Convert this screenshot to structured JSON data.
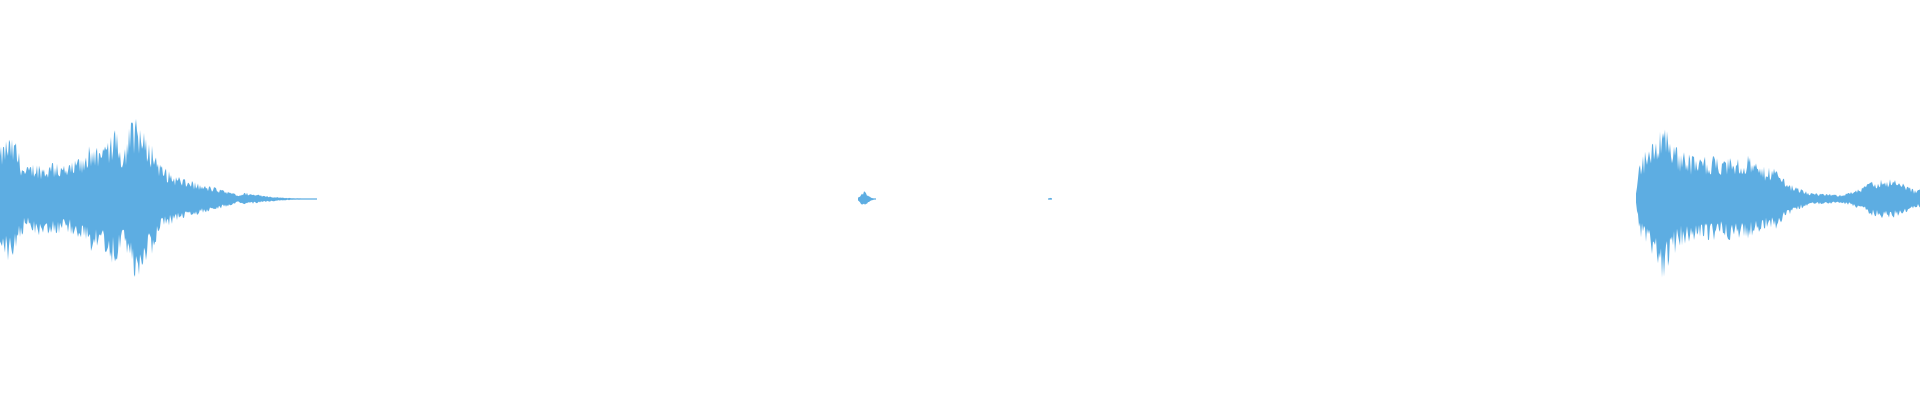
{
  "waveform": {
    "color": "#5dade2",
    "background": "#ffffff",
    "segments": [
      {
        "name": "segment-1",
        "start": 0.0,
        "end": 0.165,
        "envelope": [
          [
            0.0,
            0.62
          ],
          [
            0.004,
            0.78
          ],
          [
            0.008,
            0.7
          ],
          [
            0.013,
            0.38
          ],
          [
            0.018,
            0.46
          ],
          [
            0.023,
            0.42
          ],
          [
            0.028,
            0.44
          ],
          [
            0.034,
            0.4
          ],
          [
            0.04,
            0.48
          ],
          [
            0.044,
            0.5
          ],
          [
            0.048,
            0.74
          ],
          [
            0.052,
            0.56
          ],
          [
            0.056,
            0.68
          ],
          [
            0.06,
            0.85
          ],
          [
            0.064,
            0.62
          ],
          [
            0.068,
            0.92
          ],
          [
            0.072,
            1.0
          ],
          [
            0.076,
            0.76
          ],
          [
            0.08,
            0.66
          ],
          [
            0.084,
            0.42
          ],
          [
            0.088,
            0.34
          ],
          [
            0.092,
            0.28
          ],
          [
            0.096,
            0.24
          ],
          [
            0.1,
            0.22
          ],
          [
            0.104,
            0.18
          ],
          [
            0.108,
            0.16
          ],
          [
            0.112,
            0.14
          ],
          [
            0.116,
            0.11
          ],
          [
            0.12,
            0.08
          ],
          [
            0.124,
            0.05
          ],
          [
            0.128,
            0.08
          ],
          [
            0.132,
            0.06
          ],
          [
            0.138,
            0.04
          ],
          [
            0.146,
            0.02
          ],
          [
            0.155,
            0.01
          ],
          [
            0.165,
            0.0
          ]
        ]
      },
      {
        "name": "segment-2",
        "start": 0.447,
        "end": 0.456,
        "envelope": [
          [
            0.447,
            0.02
          ],
          [
            0.449,
            0.08
          ],
          [
            0.45,
            0.1
          ],
          [
            0.452,
            0.05
          ],
          [
            0.454,
            0.02
          ],
          [
            0.456,
            0.0
          ]
        ]
      },
      {
        "name": "segment-3",
        "start": 0.546,
        "end": 0.548,
        "envelope": [
          [
            0.546,
            0.0
          ],
          [
            0.547,
            0.02
          ],
          [
            0.548,
            0.0
          ]
        ]
      },
      {
        "name": "segment-4",
        "start": 0.852,
        "end": 1.0,
        "envelope": [
          [
            0.852,
            0.05
          ],
          [
            0.854,
            0.48
          ],
          [
            0.858,
            0.62
          ],
          [
            0.862,
            0.72
          ],
          [
            0.866,
            1.0
          ],
          [
            0.87,
            0.78
          ],
          [
            0.874,
            0.6
          ],
          [
            0.878,
            0.56
          ],
          [
            0.882,
            0.52
          ],
          [
            0.886,
            0.48
          ],
          [
            0.89,
            0.55
          ],
          [
            0.894,
            0.5
          ],
          [
            0.898,
            0.46
          ],
          [
            0.902,
            0.52
          ],
          [
            0.906,
            0.48
          ],
          [
            0.91,
            0.54
          ],
          [
            0.914,
            0.44
          ],
          [
            0.918,
            0.4
          ],
          [
            0.922,
            0.38
          ],
          [
            0.926,
            0.36
          ],
          [
            0.93,
            0.22
          ],
          [
            0.934,
            0.16
          ],
          [
            0.938,
            0.12
          ],
          [
            0.942,
            0.08
          ],
          [
            0.946,
            0.07
          ],
          [
            0.95,
            0.06
          ],
          [
            0.954,
            0.06
          ],
          [
            0.958,
            0.05
          ],
          [
            0.962,
            0.07
          ],
          [
            0.966,
            0.1
          ],
          [
            0.97,
            0.14
          ],
          [
            0.974,
            0.2
          ],
          [
            0.978,
            0.24
          ],
          [
            0.982,
            0.26
          ],
          [
            0.986,
            0.24
          ],
          [
            0.99,
            0.2
          ],
          [
            0.994,
            0.16
          ],
          [
            0.998,
            0.1
          ],
          [
            1.0,
            0.12
          ]
        ]
      }
    ]
  }
}
